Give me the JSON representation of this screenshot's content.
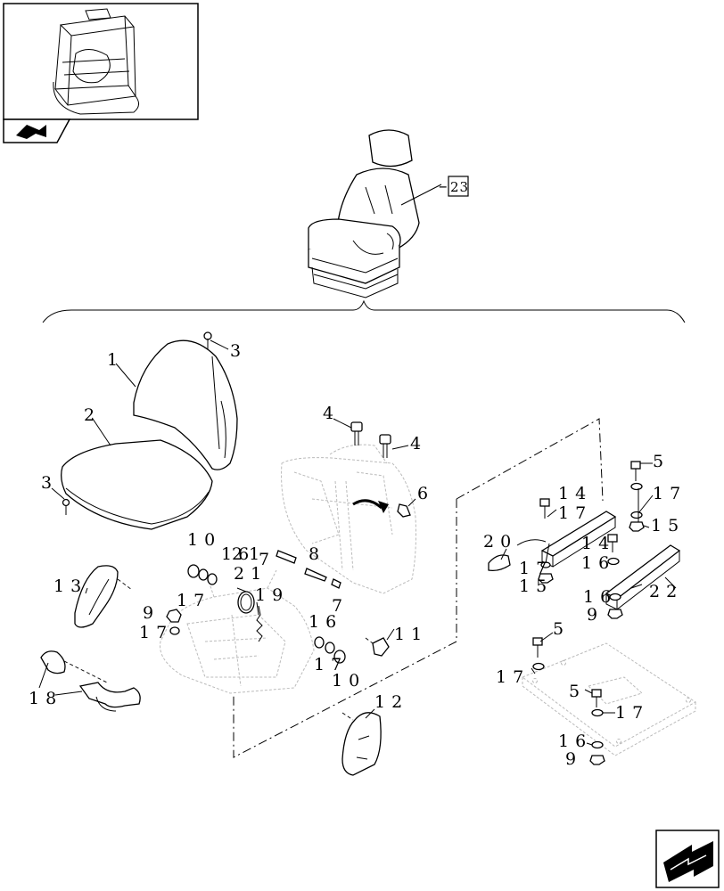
{
  "labels": {
    "l1": "1",
    "l2": "2",
    "l3a": "3",
    "l3b": "3",
    "l4a": "4",
    "l4b": "4",
    "l5a": "5",
    "l5b": "5",
    "l5c": "5",
    "l6": "6",
    "l7a": "7",
    "l7b": "7",
    "l8": "8",
    "l9a": "9",
    "l9b": "9",
    "l9c": "9",
    "l10a": "10",
    "l10b": "10",
    "l11": "11",
    "l12": "12",
    "l13": "13",
    "l14a": "14",
    "l14b": "14",
    "l15a": "15",
    "l15b": "15",
    "l16a": "16",
    "l16b": "16",
    "l16c": "16",
    "l16d": "16",
    "l16e": "16",
    "l17a": "17",
    "l17b": "17",
    "l17c": "17",
    "l17d": "17",
    "l17e": "17",
    "l17f": "17",
    "l17g": "17",
    "l17h": "17",
    "l18": "18",
    "l19": "19",
    "l20": "20",
    "l21a": "21",
    "l21b": "21",
    "l22": "22",
    "l23": "23"
  },
  "icons": {
    "thumbnail": "cab-thumbnail-icon",
    "section_tab": "model-arrow-icon",
    "nav": "navigate-next-arrow-icon"
  }
}
